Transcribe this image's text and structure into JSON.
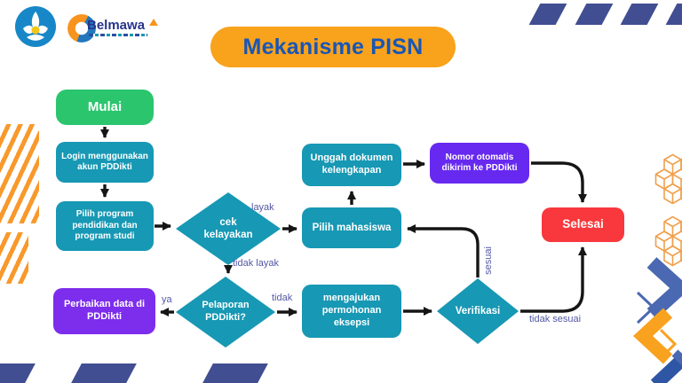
{
  "header": {
    "title": "Mekanisme PISN",
    "belmawa_wordmark": "Belmawa",
    "logo_names": [
      "kemdikbud-tutwuri-logo",
      "belmawa-gear-logo"
    ]
  },
  "flowchart": {
    "nodes": {
      "mulai": {
        "label": "Mulai",
        "shape": "rounded-rect",
        "color": "#2BC56E"
      },
      "login": {
        "label": "Login menggunakan akun PDDikti",
        "shape": "rect",
        "color": "#1798B4"
      },
      "pilih_program": {
        "label": "Pilih program pendidikan dan program studi",
        "shape": "rect",
        "color": "#1798B4"
      },
      "cek_kelayakan": {
        "label": "cek kelayakan",
        "shape": "diamond",
        "color": "#1798B4"
      },
      "pilih_mahasiswa": {
        "label": "Pilih mahasiswa",
        "shape": "rect",
        "color": "#1798B4"
      },
      "unggah_dokumen": {
        "label": "Unggah dokumen kelengkapan",
        "shape": "rect",
        "color": "#1798B4"
      },
      "nomor_otomatis": {
        "label": "Nomor otomatis dikirim ke PDDikti",
        "shape": "rect",
        "color": "#6729EF"
      },
      "selesai": {
        "label": "Selesai",
        "shape": "rounded-rect",
        "color": "#F8383C"
      },
      "pelaporan": {
        "label": "Pelaporan PDDikti?",
        "shape": "diamond",
        "color": "#1798B4"
      },
      "perbaikan": {
        "label": "Perbaikan data di PDDikti",
        "shape": "rect",
        "color": "#7D2DEC"
      },
      "eksepsi": {
        "label": "mengajukan permohonan eksepsi",
        "shape": "rect",
        "color": "#1798B4"
      },
      "verifikasi": {
        "label": "Verifikasi",
        "shape": "diamond",
        "color": "#1798B4"
      }
    },
    "edge_labels": {
      "layak": "layak",
      "tidak_layak": "tidak layak",
      "ya": "ya",
      "tidak": "tidak",
      "sesuai": "sesuai",
      "tidak_sesuai": "tidak sesuai"
    },
    "edges": [
      "mulai -> login",
      "login -> pilih_program",
      "pilih_program -> cek_kelayakan",
      "cek_kelayakan -> pilih_mahasiswa [layak]",
      "cek_kelayakan -> pelaporan [tidak layak]",
      "pelaporan -> perbaikan [ya]",
      "pelaporan -> eksepsi [tidak]",
      "eksepsi -> verifikasi",
      "verifikasi -> pilih_mahasiswa [sesuai]",
      "verifikasi -> selesai [tidak sesuai]",
      "pilih_mahasiswa -> unggah_dokumen",
      "unggah_dokumen -> nomor_otomatis",
      "nomor_otomatis -> selesai"
    ]
  },
  "colors": {
    "title_bg": "#F9A21C",
    "title_text": "#1956B5",
    "arrow": "#151515",
    "edge_label_text": "#5358A4",
    "decor_navy_slab": "#414E92",
    "decor_orange_stripes": "#F8992B",
    "decor_cube_outline": "#F0A04C",
    "decor_chevron_blue": "#4A69B2",
    "decor_chevron_orange": "#F9A21F",
    "decor_chevron_navy": "#2F56A5",
    "background": "#FFFFFF"
  }
}
